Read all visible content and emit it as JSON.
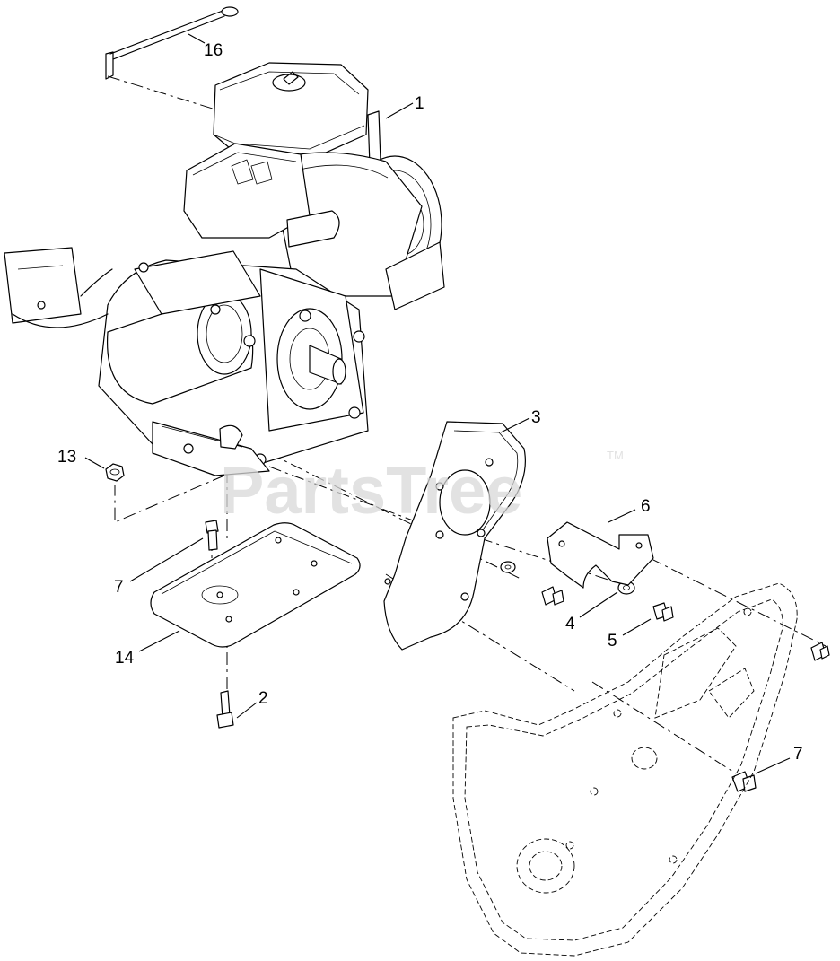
{
  "watermark": {
    "text": "PartsTree",
    "trademark": "TM"
  },
  "callouts": {
    "c1": "1",
    "c2": "2",
    "c3": "3",
    "c4": "4",
    "c5": "5",
    "c6": "6",
    "c7a": "7",
    "c7b": "7",
    "c13": "13",
    "c14": "14",
    "c16": "16"
  }
}
